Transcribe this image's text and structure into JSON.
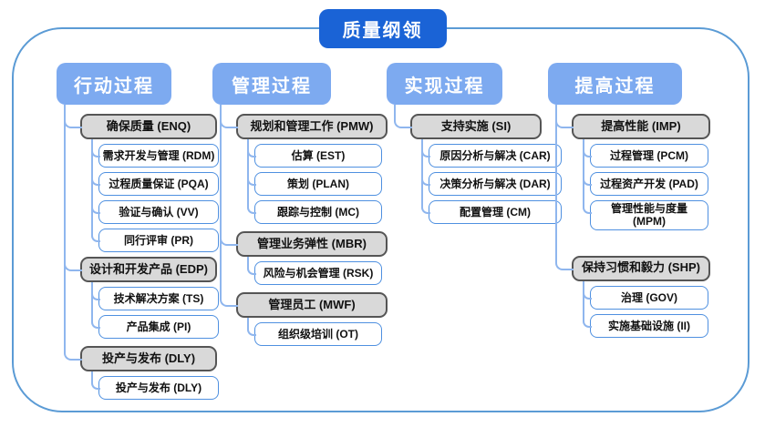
{
  "title": "质量纲领",
  "columns": [
    {
      "header": "行动过程",
      "groups": [
        {
          "parent": "确保质量 (ENQ)",
          "children": [
            "需求开发与管理 (RDM)",
            "过程质量保证 (PQA)",
            "验证与确认 (VV)",
            "同行评审 (PR)"
          ]
        },
        {
          "parent": "设计和开发产品 (EDP)",
          "children": [
            "技术解决方案 (TS)",
            "产品集成 (PI)"
          ]
        },
        {
          "parent": "投产与发布 (DLY)",
          "children": [
            "投产与发布 (DLY)"
          ]
        }
      ]
    },
    {
      "header": "管理过程",
      "groups": [
        {
          "parent": "规划和管理工作 (PMW)",
          "children": [
            "估算 (EST)",
            "策划 (PLAN)",
            "跟踪与控制 (MC)"
          ]
        },
        {
          "parent": "管理业务弹性 (MBR)",
          "children": [
            "风险与机会管理 (RSK)"
          ]
        },
        {
          "parent": "管理员工 (MWF)",
          "children": [
            "组织级培训 (OT)"
          ]
        }
      ]
    },
    {
      "header": "实现过程",
      "groups": [
        {
          "parent": "支持实施 (SI)",
          "children": [
            "原因分析与解决 (CAR)",
            "决策分析与解决 (DAR)",
            "配置管理 (CM)"
          ]
        }
      ]
    },
    {
      "header": "提高过程",
      "groups": [
        {
          "parent": "提高性能 (IMP)",
          "children": [
            "过程管理 (PCM)",
            "过程资产开发 (PAD)",
            "管理性能与度量 (MPM)"
          ]
        },
        {
          "parent": "保持习惯和毅力 (SHP)",
          "children": [
            "治理 (GOV)",
            "实施基础设施 (II)"
          ]
        }
      ]
    }
  ],
  "colors": {
    "title-bg": "#1a63d6",
    "header-bg": "#7daaf0",
    "parent-bg": "#d9d9d9",
    "parent-border": "#555555",
    "child-border": "#4f90e0",
    "connector": "#8fb6ee",
    "frame-border": "#5b9bd5",
    "text-dark": "#111111",
    "text-light": "#ffffff"
  }
}
